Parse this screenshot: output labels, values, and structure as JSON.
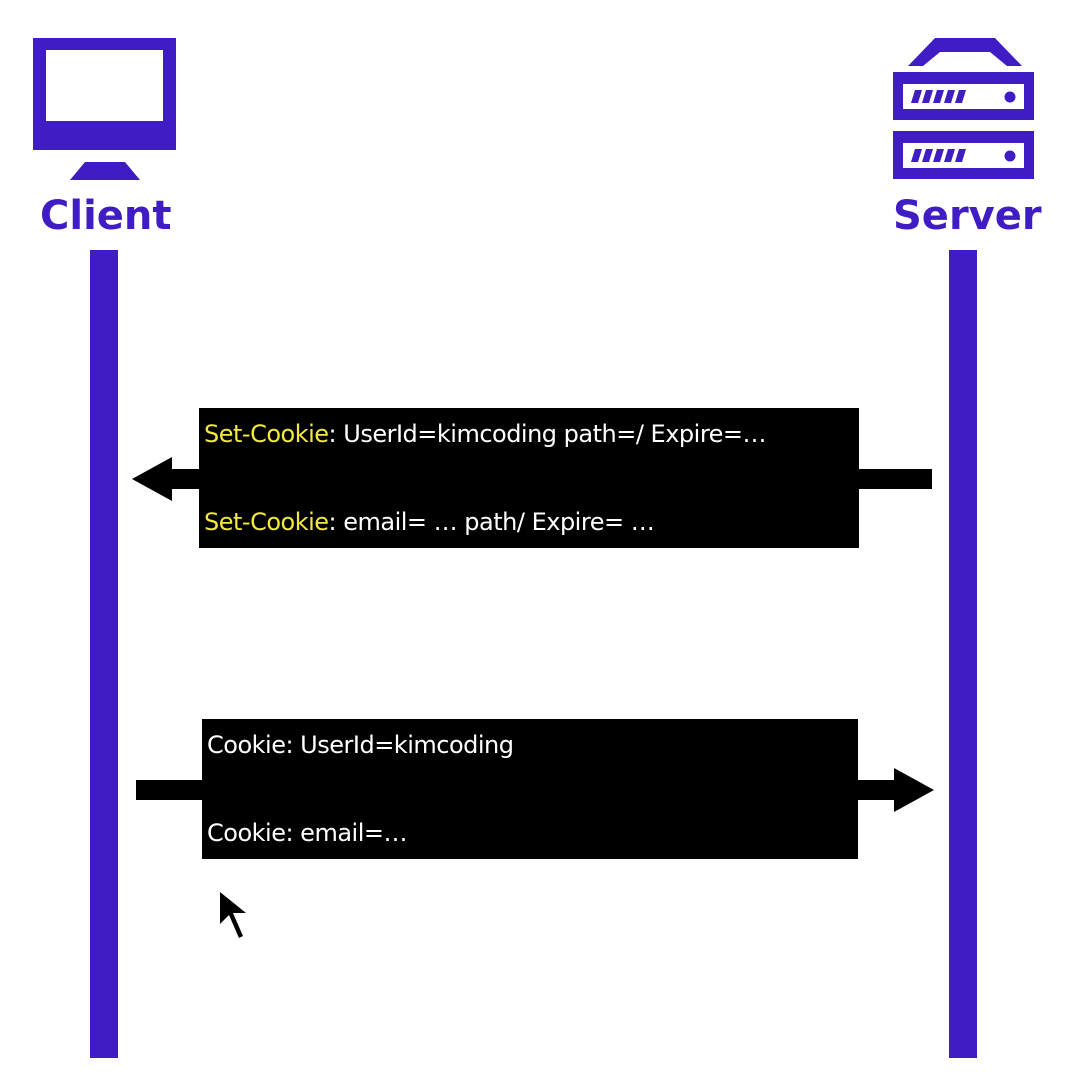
{
  "colors": {
    "accent": "#3F1CC4",
    "box": "#000000",
    "box_text": "#FFFFFF",
    "header_name": "#F2E93B",
    "arrow": "#000000"
  },
  "actors": {
    "client": {
      "label": "Client",
      "icon": "monitor-icon"
    },
    "server": {
      "label": "Server",
      "icon": "server-icon"
    }
  },
  "messages": {
    "response": {
      "direction": "server-to-client",
      "lines": [
        {
          "name": "Set-Cookie",
          "value": ": UserId=kimcoding path=/ Expire=…"
        },
        {
          "name": "Set-Cookie",
          "value": ": email= … path/ Expire= …"
        }
      ]
    },
    "request": {
      "direction": "client-to-server",
      "lines": [
        {
          "text": "Cookie: UserId=kimcoding"
        },
        {
          "text": "Cookie: email=…"
        }
      ]
    }
  },
  "cursor": {
    "icon": "mouse-pointer-icon"
  }
}
